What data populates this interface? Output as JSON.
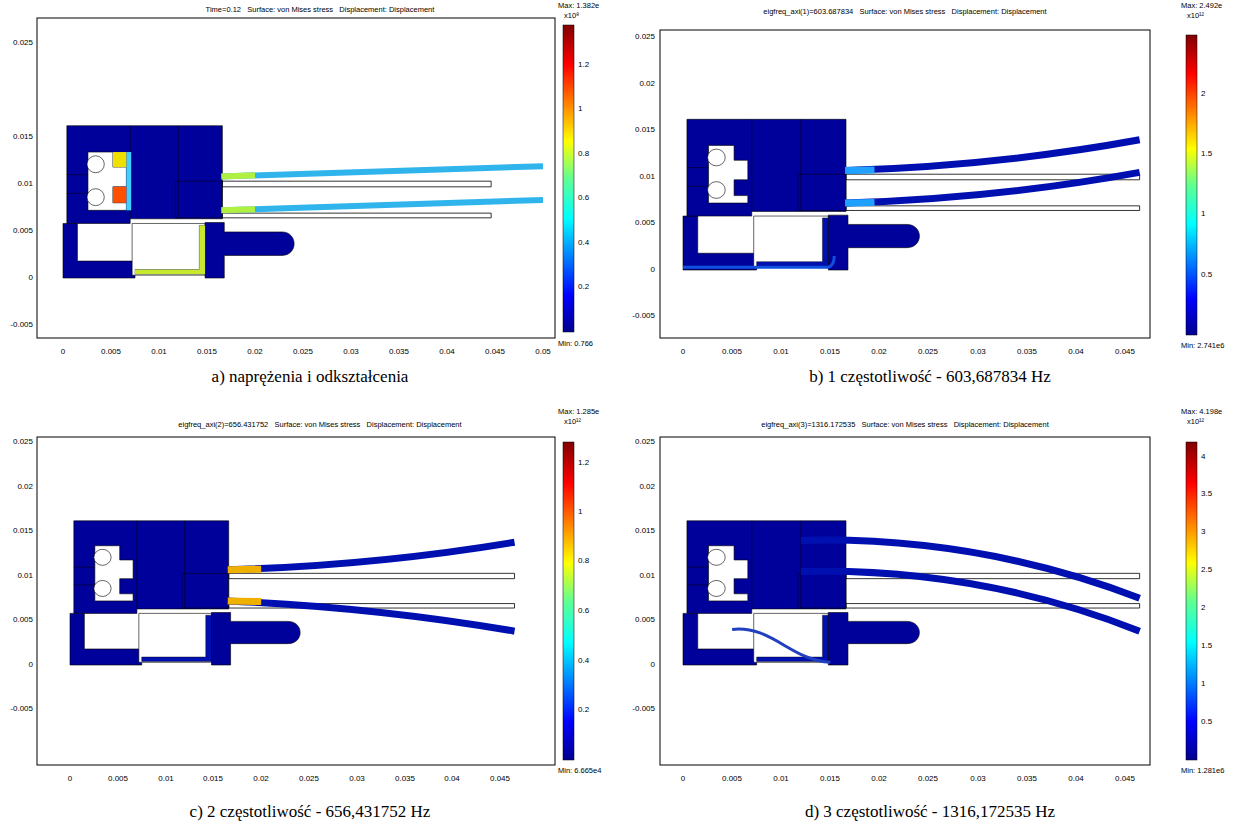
{
  "diagram": {
    "labels": [
      "Time=0.12   Surface: von Mises stress   Displacement: Displacement",
      "0.025",
      "0.015",
      "0.01",
      "0.005",
      "0",
      "-0.005",
      "0",
      "0.005",
      "0.01",
      "0.015",
      "0.02",
      "0.025",
      "0.03",
      "0.035",
      "0.04",
      "0.045",
      "0.05",
      "Max: 1.382e",
      "x10⁸",
      "1.2",
      "1",
      "0.8",
      "0.6",
      "0.4",
      "0.2",
      "Min: 0.766",
      "a) naprężenia i odkształcenia",
      "eigfreq_axi(1)=603.687834   Surface: von Mises stress   Displacement: Displacement",
      "0.025",
      "0.02",
      "0.015",
      "0.01",
      "0.005",
      "0",
      "-0.005",
      "0",
      "0.005",
      "0.01",
      "0.015",
      "0.02",
      "0.025",
      "0.03",
      "0.035",
      "0.04",
      "0.045",
      "Max: 2.492e",
      "x10¹²",
      "2",
      "1.5",
      "1",
      "0.5",
      "Min: 2.741e6",
      "b) 1 częstotliwość - 603,687834 Hz",
      "eigfreq_axi(2)=656.431752   Surface: von Mises stress   Displacement: Displacement",
      "0.025",
      "0.02",
      "0.015",
      "0.01",
      "0.005",
      "0",
      "-0.005",
      "0",
      "0.005",
      "0.01",
      "0.015",
      "0.02",
      "0.025",
      "0.03",
      "0.035",
      "0.04",
      "0.045",
      "Max: 1.285e",
      "x10¹²",
      "1.2",
      "1",
      "0.8",
      "0.6",
      "0.4",
      "0.2",
      "Min: 6.665e4",
      "c) 2 częstotliwość - 656,431752 Hz",
      "eigfreq_axi(3)=1316.172535   Surface: von Mises stress   Displacement: Displacement",
      "0.025",
      "0.02",
      "0.015",
      "0.01",
      "0.005",
      "0",
      "-0.005",
      "0",
      "0.005",
      "0.01",
      "0.015",
      "0.02",
      "0.025",
      "0.03",
      "0.035",
      "0.04",
      "0.045",
      "Max: 4.198e",
      "x10¹²",
      "4",
      "3.5",
      "3",
      "2.5",
      "2",
      "1.5",
      "1",
      "0.5",
      "Min: 1.281e6",
      "d) 3 częstotliwość - 1316,172535 Hz"
    ]
  }
}
